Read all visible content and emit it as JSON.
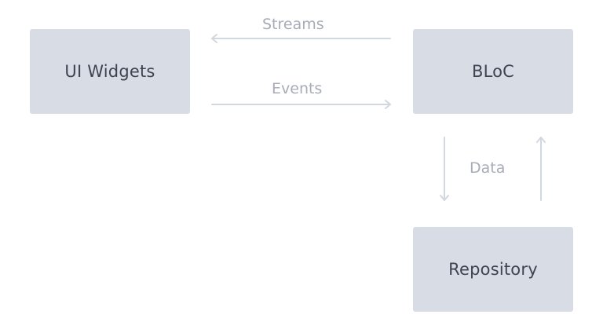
{
  "nodes": {
    "ui_widgets": "UI Widgets",
    "bloc": "BLoC",
    "repository": "Repository"
  },
  "edges": {
    "streams": "Streams",
    "events": "Events",
    "data": "Data"
  },
  "colors": {
    "box_fill": "#d8dce5",
    "box_text": "#3f4450",
    "arrow": "#d3d7df",
    "edge_label": "#a7acb7"
  }
}
